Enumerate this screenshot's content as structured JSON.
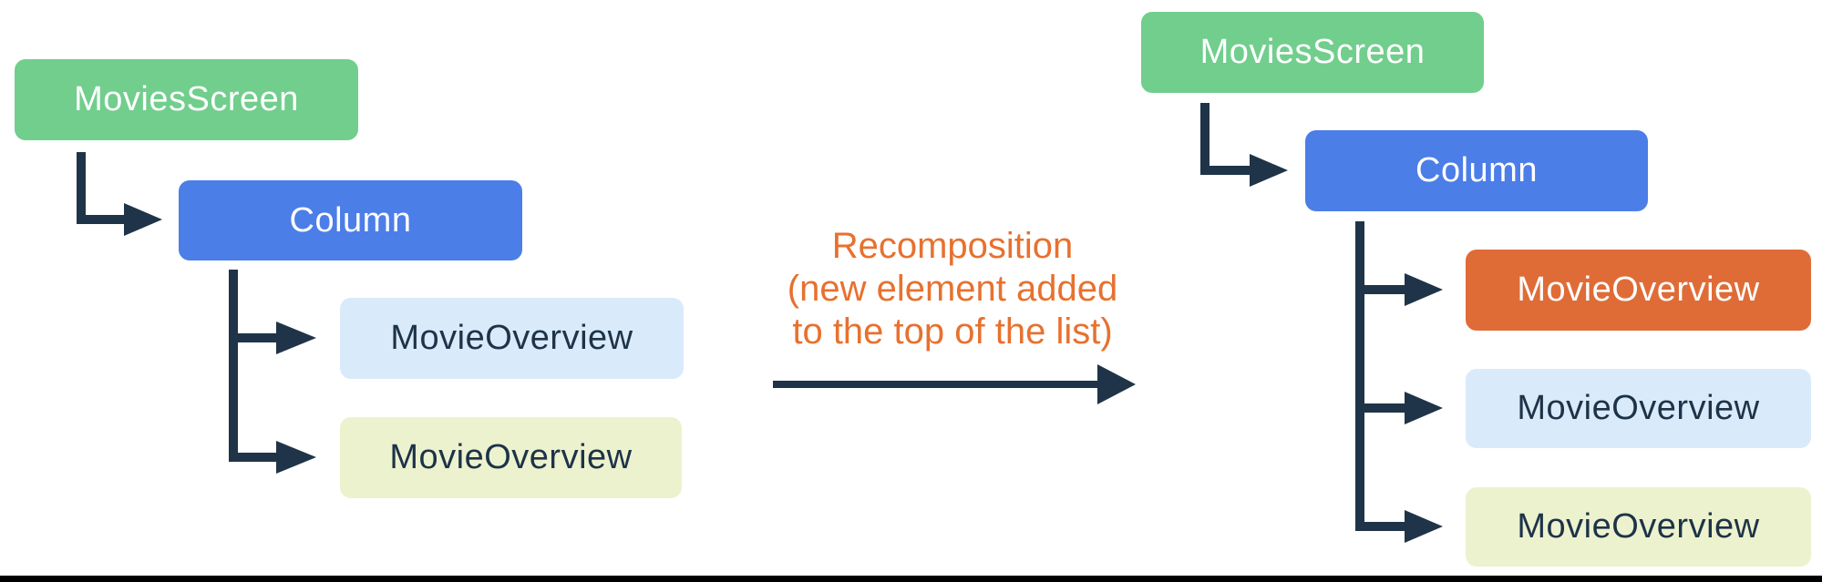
{
  "colors": {
    "green": "#71CE8D",
    "blue": "#4C7EE8",
    "light-blue": "#D9EAFB",
    "light-yellow": "#EDF2CE",
    "orange": "#DF6C37",
    "orange-text": "#E7712F",
    "navy": "#1F3448",
    "light-box-text": "#1D3348",
    "bottom-bar": "#000000"
  },
  "left_tree": {
    "nodes": [
      {
        "label": "MoviesScreen"
      },
      {
        "label": "Column"
      },
      {
        "label": "MovieOverview"
      },
      {
        "label": "MovieOverview"
      }
    ]
  },
  "right_tree": {
    "nodes": [
      {
        "label": "MoviesScreen"
      },
      {
        "label": "Column"
      },
      {
        "label": "MovieOverview"
      },
      {
        "label": "MovieOverview"
      },
      {
        "label": "MovieOverview"
      }
    ]
  },
  "transition": {
    "lines": [
      "Recomposition",
      "(new element added",
      "to the top of the list)"
    ]
  }
}
